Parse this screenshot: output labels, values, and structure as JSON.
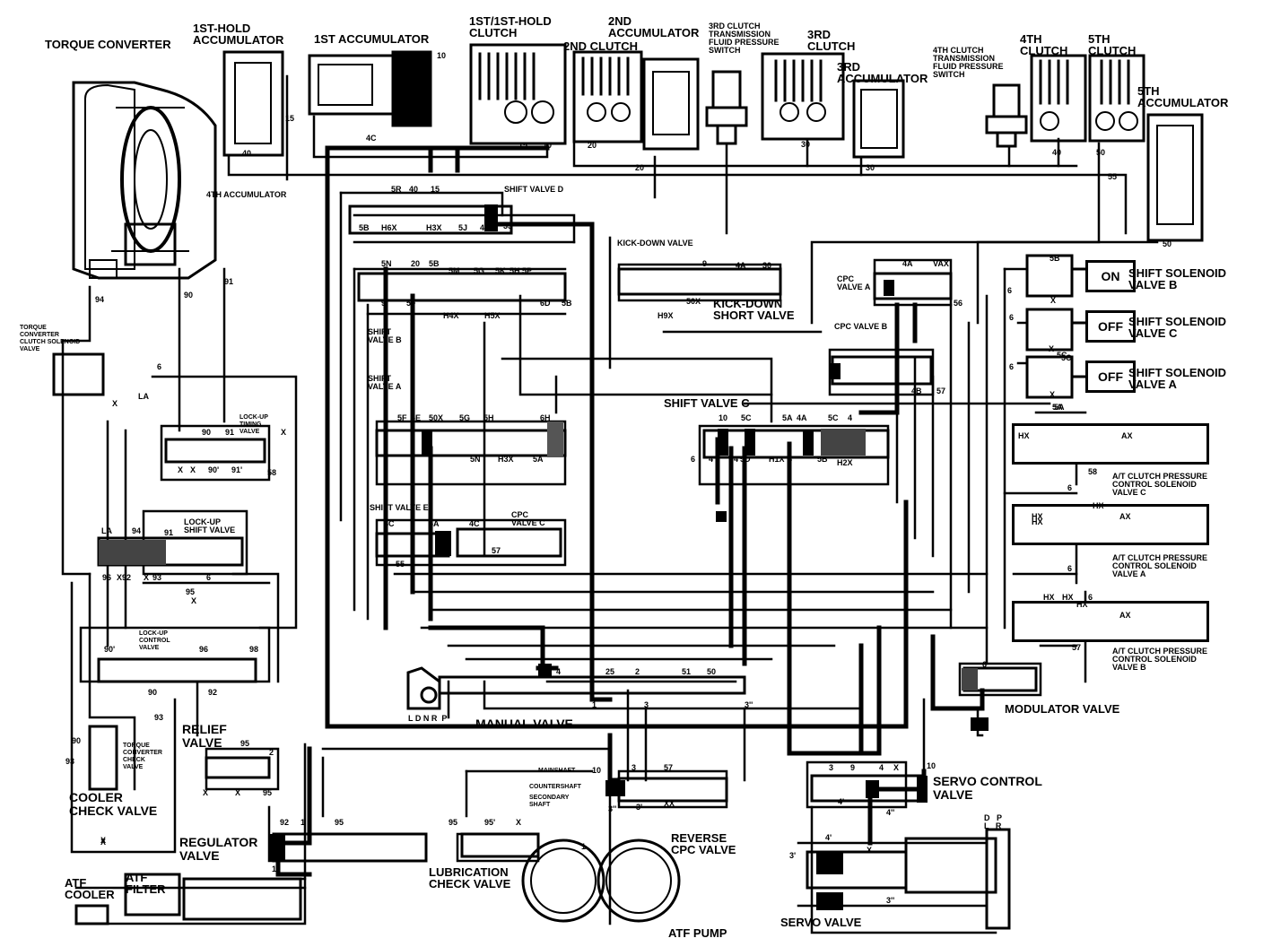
{
  "labels": {
    "torque_converter": "TORQUE CONVERTER",
    "first_hold_accumulator": "1ST-HOLD\nACCUMULATOR",
    "first_accumulator": "1ST ACCUMULATOR",
    "first_clutch": "1ST/1ST-HOLD\nCLUTCH",
    "second_accumulator": "2ND\nACCUMULATOR",
    "second_clutch": "2ND CLUTCH",
    "third_clutch_switch": "3RD CLUTCH\nTRANSMISSION\nFLUID PRESSURE\nSWITCH",
    "third_clutch": "3RD\nCLUTCH",
    "third_accumulator": "3RD\nACCUMULATOR",
    "fourth_clutch_switch": "4TH CLUTCH\nTRANSMISSION\nFLUID PRESSURE\nSWITCH",
    "fourth_clutch": "4TH\nCLUTCH",
    "fifth_clutch": "5TH\nCLUTCH",
    "fifth_accumulator": "5TH\nACCUMULATOR",
    "fourth_accumulator": "4TH ACCUMULATOR",
    "shift_valve_d": "SHIFT VALVE D",
    "kick_down_valve": "KICK-DOWN VALVE",
    "kick_down_short_valve": "KICK-DOWN\nSHORT VALVE",
    "cpc_valve_a": "CPC\nVALVE A",
    "cpc_valve_b": "CPC VALVE B",
    "shift_valve_b": "SHIFT\nVALVE B",
    "shift_valve_a": "SHIFT\nVALVE A",
    "shift_valve_c": "SHIFT VALVE C",
    "shift_valve_e": "SHIFT VALVE E",
    "cpc_valve_c": "CPC\nVALVE C",
    "tcc_solenoid": "TORQUE\nCONVERTER\nCLUTCH SOLENOID\nVALVE",
    "lockup_timing_valve": "LOCK-UP\nTIMING\nVALVE",
    "lockup_shift_valve": "LOCK-UP\nSHIFT VALVE",
    "lockup_control_valve": "LOCK-UP\nCONTROL\nVALVE",
    "tc_check_valve": "TORQUE\nCONVERTER\nCHECK\nVALVE",
    "relief_valve": "RELIEF\nVALVE",
    "cooler_check_valve": "COOLER\nCHECK VALVE",
    "regulator_valve": "REGULATOR\nVALVE",
    "atf_cooler": "ATF\nCOOLER",
    "atf_filter": "ATF\nFILTER",
    "lubrication_check_valve": "LUBRICATION\nCHECK VALVE",
    "mainshaft": "MAINSHAFT",
    "countershaft": "COUNTERSHAFT",
    "secondary_shaft": "SECONDARY\nSHAFT",
    "atf_pump": "ATF PUMP",
    "manual_valve": "MANUAL VALVE",
    "manual_positions": "L D N R  P",
    "reverse_cpc_valve": "REVERSE\nCPC VALVE",
    "servo_valve": "SERVO VALVE",
    "servo_control_valve": "SERVO CONTROL\nVALVE",
    "modulator_valve": "MODULATOR VALVE",
    "shift_solenoid_b": "SHIFT SOLENOID\nVALVE B",
    "shift_solenoid_c": "SHIFT SOLENOID\nVALVE C",
    "shift_solenoid_a": "SHIFT SOLENOID\nVALVE A",
    "atc_solenoid_c": "A/T CLUTCH PRESSURE\nCONTROL SOLENOID\nVALVE C",
    "atc_solenoid_a": "A/T CLUTCH PRESSURE\nCONTROL SOLENOID\nVALVE A",
    "atc_solenoid_b": "A/T CLUTCH PRESSURE\nCONTROL SOLENOID\nVALVE B",
    "servo_positions": "D   P\nL   R"
  },
  "solenoid_states": {
    "shift_solenoid_b": "ON",
    "shift_solenoid_c": "OFF",
    "shift_solenoid_a": "OFF"
  },
  "port_labels": [
    "10",
    "15",
    "4C",
    "40",
    "15",
    "10",
    "20",
    "20",
    "30",
    "30",
    "40",
    "50",
    "55",
    "50",
    "5R",
    "40",
    "15",
    "4A",
    "35",
    "5B",
    "H6X",
    "H3X",
    "5J",
    "5N",
    "20",
    "5B",
    "5M",
    "5G",
    "5K",
    "5H",
    "5P",
    "9",
    "5F",
    "H4X",
    "H5X",
    "6D",
    "5B",
    "9",
    "4A",
    "30",
    "H9X",
    "50X",
    "4A",
    "VAX",
    "4B",
    "57",
    "56",
    "5B",
    "5C",
    "5A",
    "94",
    "90",
    "91",
    "6",
    "LA",
    "X",
    "90",
    "91",
    "X",
    "X",
    "X",
    "90'",
    "91'",
    "58",
    "5F",
    "5E",
    "50X",
    "5G",
    "5H",
    "6H",
    "5N",
    "H3X",
    "5A",
    "10",
    "5C",
    "4",
    "5D",
    "5A",
    "4A",
    "5C",
    "4",
    "4",
    "H1X",
    "4",
    "5B",
    "H2X",
    "6",
    "4C",
    "5A",
    "4C",
    "57",
    "55",
    "LA",
    "94",
    "91",
    "96",
    "92",
    "93",
    "95",
    "6",
    "X",
    "X",
    "X",
    "90'",
    "96",
    "98",
    "90",
    "92",
    "93",
    "95",
    "2",
    "X",
    "X",
    "95",
    "90",
    "93",
    "X",
    "X",
    "1",
    "2",
    "3",
    "51",
    "50",
    "3''",
    "1",
    "4",
    "25",
    "92",
    "1",
    "95",
    "95",
    "95'",
    "X",
    "1",
    "10",
    "3",
    "57",
    "3'",
    "XX",
    "3''",
    "3",
    "9",
    "4",
    "X",
    "10",
    "4'",
    "4''",
    "4'",
    "X",
    "3'",
    "3''",
    "HX",
    "AX",
    "HX",
    "AX",
    "58",
    "6",
    "HX",
    "HX",
    "HX",
    "AX",
    "6",
    "HX",
    "HX",
    "6",
    "57",
    "6",
    "6",
    "6",
    "6",
    "5A",
    "5C",
    "X",
    "X",
    "X"
  ]
}
